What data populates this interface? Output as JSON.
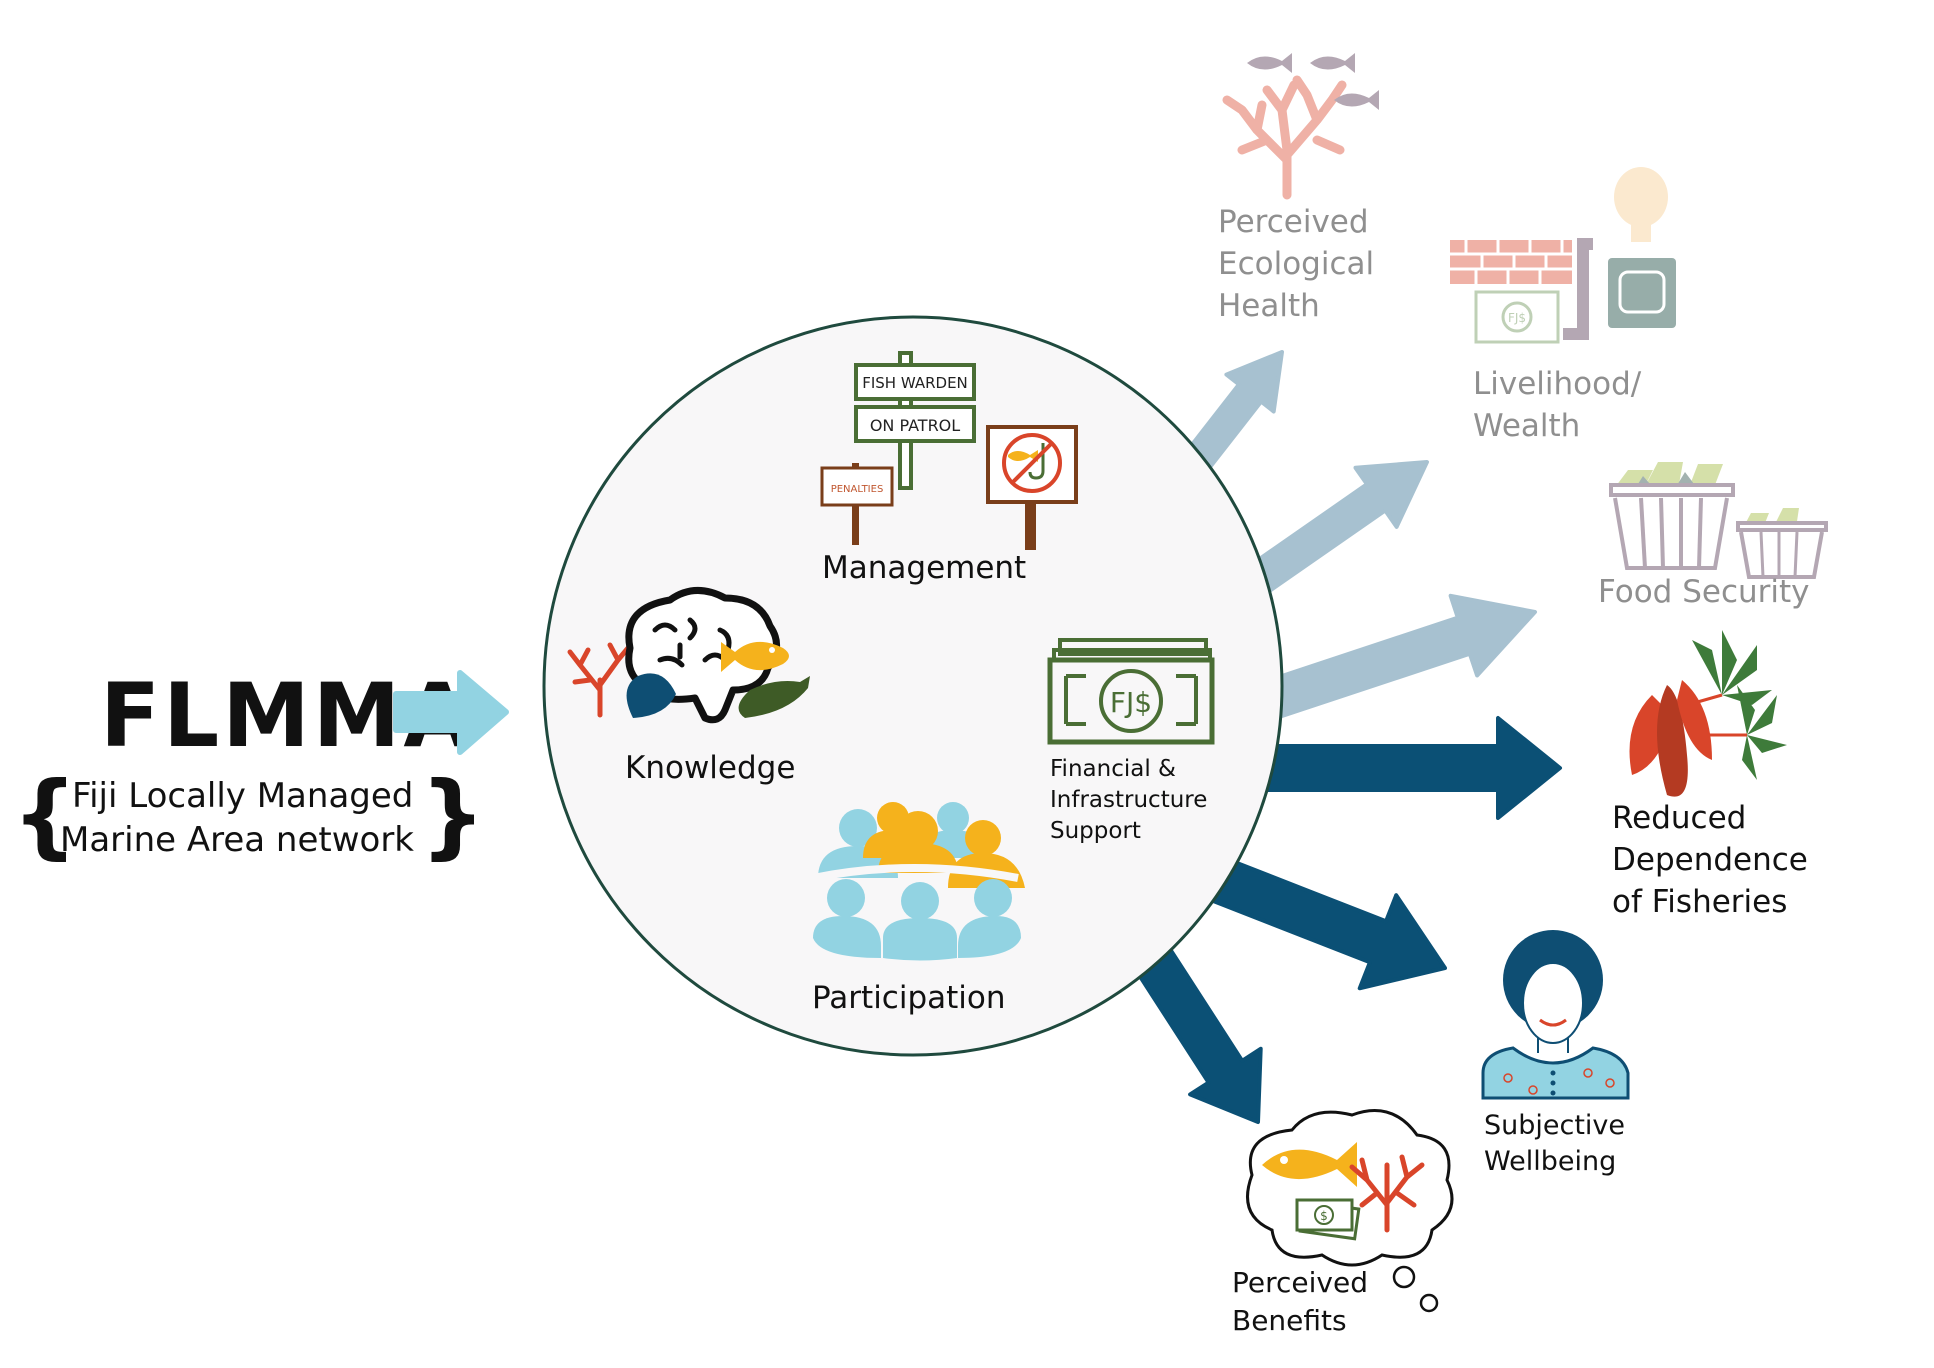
{
  "source": {
    "acronym": "FLMMA",
    "full_name_line1": "Fiji Locally Managed",
    "full_name_line2": "Marine Area network",
    "brace_open": "{",
    "brace_close": "}"
  },
  "hub": {
    "components": [
      {
        "id": "management",
        "label": "Management",
        "signs": {
          "top": "FISH WARDEN",
          "middle": "ON PATROL",
          "small": "PENALTIES"
        }
      },
      {
        "id": "knowledge",
        "label": "Knowledge"
      },
      {
        "id": "financial",
        "label_line1": "Financial &",
        "label_line2": "Infrastructure",
        "label_line3": "Support",
        "currency": "FJ$"
      },
      {
        "id": "participation",
        "label": "Participation"
      }
    ]
  },
  "outcomes": [
    {
      "id": "ecological-health",
      "line1": "Perceived",
      "line2": "Ecological",
      "line3": "Health",
      "emphasis": "faded"
    },
    {
      "id": "livelihood",
      "line1": "Livelihood/",
      "line2": "Wealth",
      "currency": "FJ$",
      "emphasis": "faded"
    },
    {
      "id": "food-security",
      "line1": "Food Security",
      "emphasis": "faded"
    },
    {
      "id": "reduced-dependence",
      "line1": "Reduced",
      "line2": "Dependence",
      "line3": "of Fisheries",
      "emphasis": "strong"
    },
    {
      "id": "subjective-wellbeing",
      "line1": "Subjective",
      "line2": "Wellbeing",
      "emphasis": "strong"
    },
    {
      "id": "perceived-benefits",
      "line1": "Perceived",
      "line2": "Benefits",
      "currency": "$",
      "emphasis": "strong"
    }
  ],
  "colors": {
    "input_arrow": "#92D3E2",
    "faded_arrow": "#A7C1D0",
    "strong_arrow": "#0B5075",
    "hub_fill": "#F8F7F8",
    "hub_stroke": "#1F4A3E",
    "green": "#4A6E35",
    "brown": "#7A3E1A",
    "orange": "#F5B21C",
    "red": "#D9452A",
    "navy": "#0E4E73"
  }
}
